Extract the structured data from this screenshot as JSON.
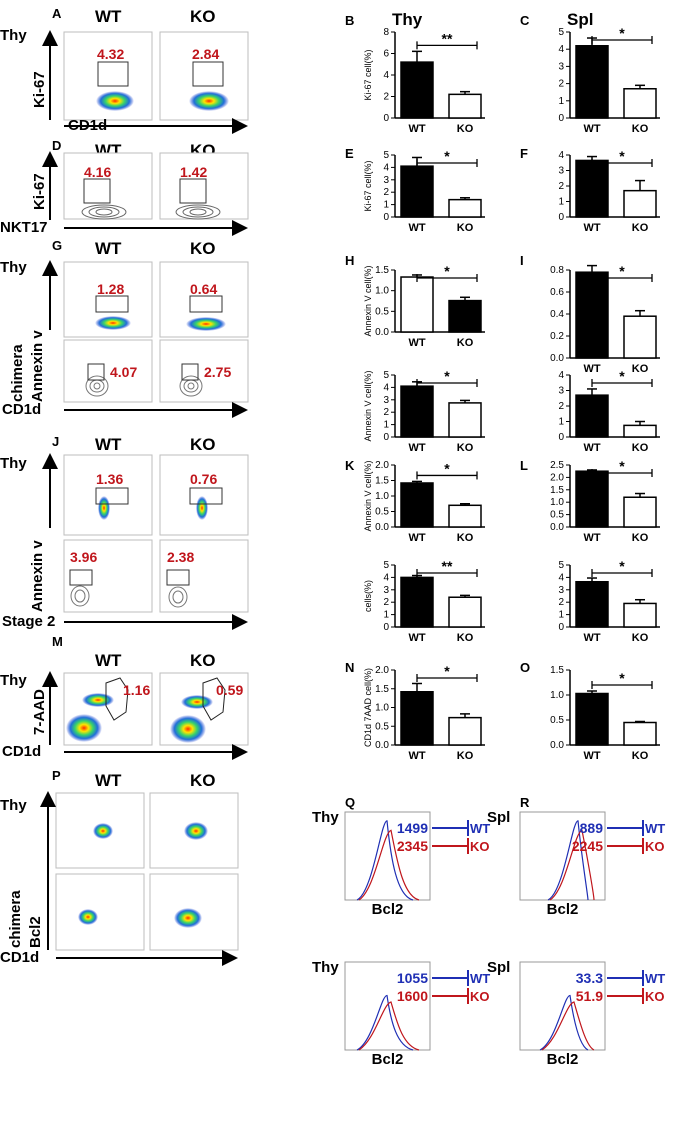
{
  "colors": {
    "wt": "#1f2fb4",
    "ko": "#c0161c",
    "bar_wt": "#000000",
    "bar_ko": "#ffffff",
    "gate_text": "#c0161c"
  },
  "labels": {
    "A": "A",
    "B": "B",
    "C": "C",
    "D": "D",
    "E": "E",
    "F": "F",
    "G": "G",
    "H": "H",
    "I": "I",
    "J": "J",
    "K": "K",
    "L": "L",
    "M": "M",
    "N": "N",
    "O": "O",
    "P": "P",
    "Q": "Q",
    "R": "R",
    "wt": "WT",
    "ko": "KO",
    "thy": "Thy",
    "spl": "Spl",
    "ki67": "Ki-67",
    "cd1d": "CD1d",
    "nkt17": "NKT17",
    "annexin": "Annexin v",
    "chimera": "chimera",
    "stage2": "Stage 2",
    "aad": "7-AAD",
    "bcl2": "Bcl2"
  },
  "flow_gates": {
    "A": [
      "4.32",
      "2.84"
    ],
    "D": [
      "4.16",
      "1.42"
    ],
    "G_top": [
      "1.28",
      "0.64"
    ],
    "G_bottom": [
      "4.07",
      "2.75"
    ],
    "J_top": [
      "1.36",
      "0.76"
    ],
    "J_bottom": [
      "3.96",
      "2.38"
    ],
    "M": [
      "1.16",
      "0.59"
    ]
  },
  "histograms": [
    {
      "panel": "Q",
      "tissue": "Thy",
      "wt": "1499",
      "ko": "2345"
    },
    {
      "panel": "R",
      "tissue": "Spl",
      "wt": "889",
      "ko": "2245"
    },
    {
      "panel": "",
      "tissue": "Thy",
      "wt": "1055",
      "ko": "1600"
    },
    {
      "panel": "",
      "tissue": "Spl",
      "wt": "33.3",
      "ko": "51.9"
    }
  ],
  "chart_data": [
    {
      "panel": "B",
      "type": "bar",
      "title": "Thy",
      "ylabel": "Ki-67 cell(%)",
      "categories": [
        "WT",
        "KO"
      ],
      "values": [
        5.2,
        2.2
      ],
      "errors": [
        1.0,
        0.25
      ],
      "ylim": [
        0,
        8
      ],
      "yticks": [
        0,
        2,
        4,
        6,
        8
      ],
      "significance": "**"
    },
    {
      "panel": "C",
      "type": "bar",
      "title": "Spl",
      "ylabel": "",
      "categories": [
        "WT",
        "KO"
      ],
      "values": [
        4.2,
        1.7
      ],
      "errors": [
        0.45,
        0.2
      ],
      "ylim": [
        0,
        5
      ],
      "yticks": [
        0,
        1,
        2,
        3,
        4,
        5
      ],
      "significance": "*"
    },
    {
      "panel": "E",
      "type": "bar",
      "title": "",
      "ylabel": "Ki-67 cell(%)",
      "categories": [
        "WT",
        "KO"
      ],
      "values": [
        4.1,
        1.4
      ],
      "errors": [
        0.7,
        0.15
      ],
      "ylim": [
        0,
        5
      ],
      "yticks": [
        0,
        1,
        2,
        3,
        4,
        5
      ],
      "significance": "*"
    },
    {
      "panel": "F",
      "type": "bar",
      "title": "",
      "ylabel": "",
      "categories": [
        "WT",
        "KO"
      ],
      "values": [
        3.65,
        1.7
      ],
      "errors": [
        0.25,
        0.65
      ],
      "ylim": [
        0,
        4
      ],
      "yticks": [
        0,
        1,
        2,
        3,
        4
      ],
      "significance": "*"
    },
    {
      "panel": "H",
      "type": "bar",
      "title": "",
      "ylabel": "Annexin V cell(%)",
      "categories": [
        "WT",
        "KO"
      ],
      "values": [
        1.33,
        0.76
      ],
      "errors": [
        0.05,
        0.08
      ],
      "ylim": [
        0,
        1.5
      ],
      "yticks": [
        0.0,
        0.5,
        1.0,
        1.5
      ],
      "significance": "*",
      "fills": [
        "#ffffff",
        "#000000"
      ]
    },
    {
      "panel": "I",
      "type": "bar",
      "title": "",
      "ylabel": "",
      "categories": [
        "WT",
        "KO"
      ],
      "values": [
        0.78,
        0.38
      ],
      "errors": [
        0.06,
        0.05
      ],
      "ylim": [
        0,
        0.8
      ],
      "yticks": [
        0.0,
        0.2,
        0.4,
        0.6,
        0.8
      ],
      "significance": "*"
    },
    {
      "panel": "H2",
      "type": "bar",
      "title": "",
      "ylabel": "Annexin V cell(%)",
      "categories": [
        "WT",
        "KO"
      ],
      "values": [
        4.1,
        2.75
      ],
      "errors": [
        0.35,
        0.2
      ],
      "ylim": [
        0,
        5
      ],
      "yticks": [
        0,
        1,
        2,
        3,
        4,
        5
      ],
      "significance": "*"
    },
    {
      "panel": "I2",
      "type": "bar",
      "title": "",
      "ylabel": "",
      "categories": [
        "WT",
        "KO"
      ],
      "values": [
        2.7,
        0.75
      ],
      "errors": [
        0.4,
        0.25
      ],
      "ylim": [
        0,
        4
      ],
      "yticks": [
        0,
        1,
        2,
        3,
        4
      ],
      "significance": "*"
    },
    {
      "panel": "K",
      "type": "bar",
      "title": "",
      "ylabel": "Annexin V cell(%)",
      "categories": [
        "WT",
        "KO"
      ],
      "values": [
        1.42,
        0.7
      ],
      "errors": [
        0.05,
        0.05
      ],
      "ylim": [
        0,
        2.0
      ],
      "yticks": [
        0.0,
        0.5,
        1.0,
        1.5,
        2.0
      ],
      "significance": "*"
    },
    {
      "panel": "L",
      "type": "bar",
      "title": "",
      "ylabel": "",
      "categories": [
        "WT",
        "KO"
      ],
      "values": [
        2.25,
        1.2
      ],
      "errors": [
        0.05,
        0.15
      ],
      "ylim": [
        0,
        2.5
      ],
      "yticks": [
        0.0,
        0.5,
        1.0,
        1.5,
        2.0,
        2.5
      ],
      "significance": "*"
    },
    {
      "panel": "K2",
      "type": "bar",
      "title": "",
      "ylabel": "cells(%)",
      "categories": [
        "WT",
        "KO"
      ],
      "values": [
        4.0,
        2.4
      ],
      "errors": [
        0.15,
        0.15
      ],
      "ylim": [
        0,
        5
      ],
      "yticks": [
        0,
        1,
        2,
        3,
        4,
        5
      ],
      "significance": "**"
    },
    {
      "panel": "L2",
      "type": "bar",
      "title": "",
      "ylabel": "",
      "categories": [
        "WT",
        "KO"
      ],
      "values": [
        3.65,
        1.9
      ],
      "errors": [
        0.3,
        0.3
      ],
      "ylim": [
        0,
        5
      ],
      "yticks": [
        0,
        1,
        2,
        3,
        4,
        5
      ],
      "significance": "*"
    },
    {
      "panel": "N",
      "type": "bar",
      "title": "",
      "ylabel": "CD1d 7AAD cell(%)",
      "categories": [
        "WT",
        "KO"
      ],
      "values": [
        1.42,
        0.73
      ],
      "errors": [
        0.22,
        0.1
      ],
      "ylim": [
        0,
        2.0
      ],
      "yticks": [
        0.0,
        0.5,
        1.0,
        1.5,
        2.0
      ],
      "significance": "*"
    },
    {
      "panel": "O",
      "type": "bar",
      "title": "",
      "ylabel": "",
      "categories": [
        "WT",
        "KO"
      ],
      "values": [
        1.03,
        0.45
      ],
      "errors": [
        0.05,
        0.02
      ],
      "ylim": [
        0,
        1.5
      ],
      "yticks": [
        0.0,
        0.5,
        1.0,
        1.5
      ],
      "significance": "*"
    }
  ]
}
